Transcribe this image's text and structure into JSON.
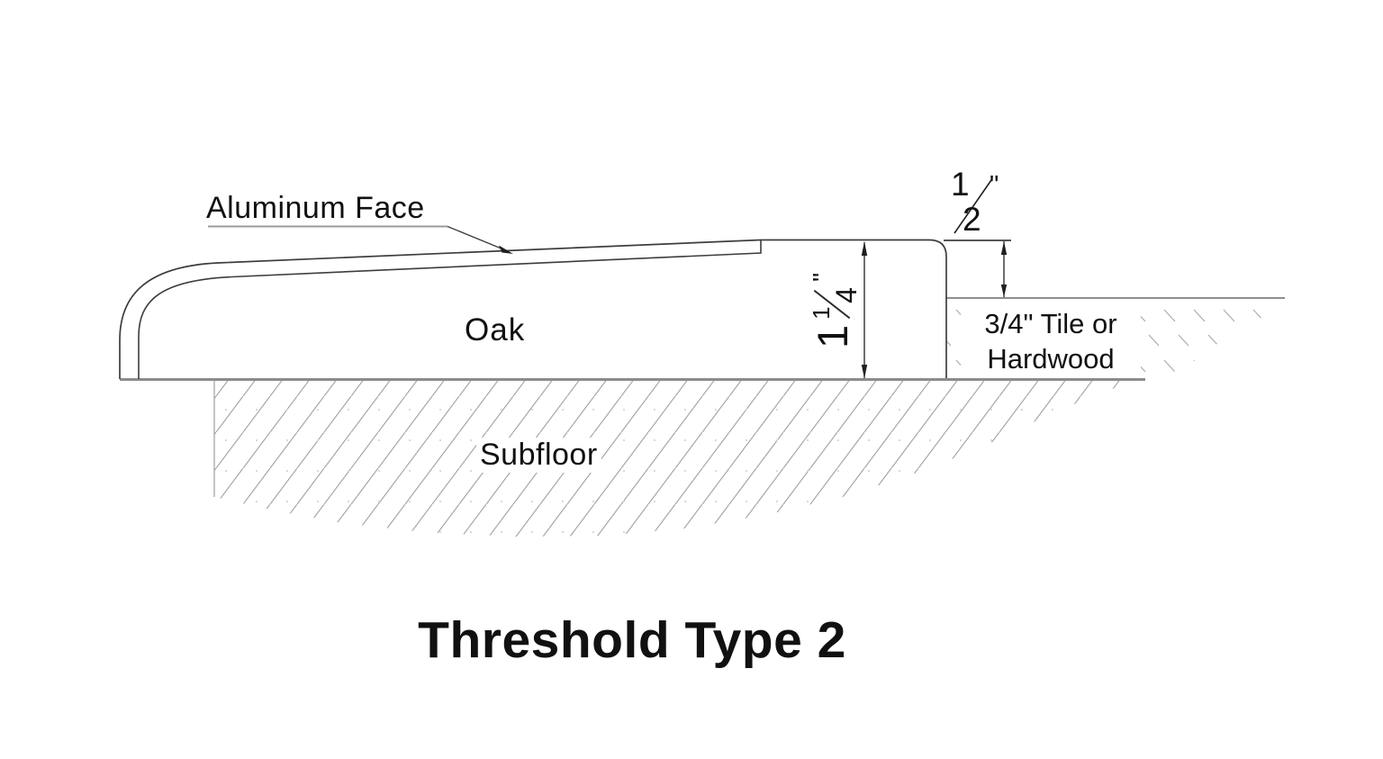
{
  "drawing": {
    "title": "Threshold Type 2",
    "labels": {
      "aluminum_face": "Aluminum Face",
      "oak": "Oak",
      "subfloor": "Subfloor",
      "floor_line1": "3/4\" Tile or",
      "floor_line2": "Hardwood"
    },
    "dimensions": {
      "overall_height": {
        "whole": "1",
        "numerator": "1",
        "denominator": "4",
        "unit": "\""
      },
      "step_height": {
        "numerator": "1",
        "denominator": "2",
        "unit": "\""
      }
    },
    "colors": {
      "outline": "#3d3d3d",
      "ground_line": "#8c8c8c",
      "surface_line": "#7f7f7f",
      "hatch": "#9e9e9e",
      "dots": "#d9d9d9",
      "tile_hatch": "#ababab",
      "dimension": "#1f1f1f",
      "leader_underline": "#9b9b9b",
      "body_fill": "#ffffff"
    }
  }
}
